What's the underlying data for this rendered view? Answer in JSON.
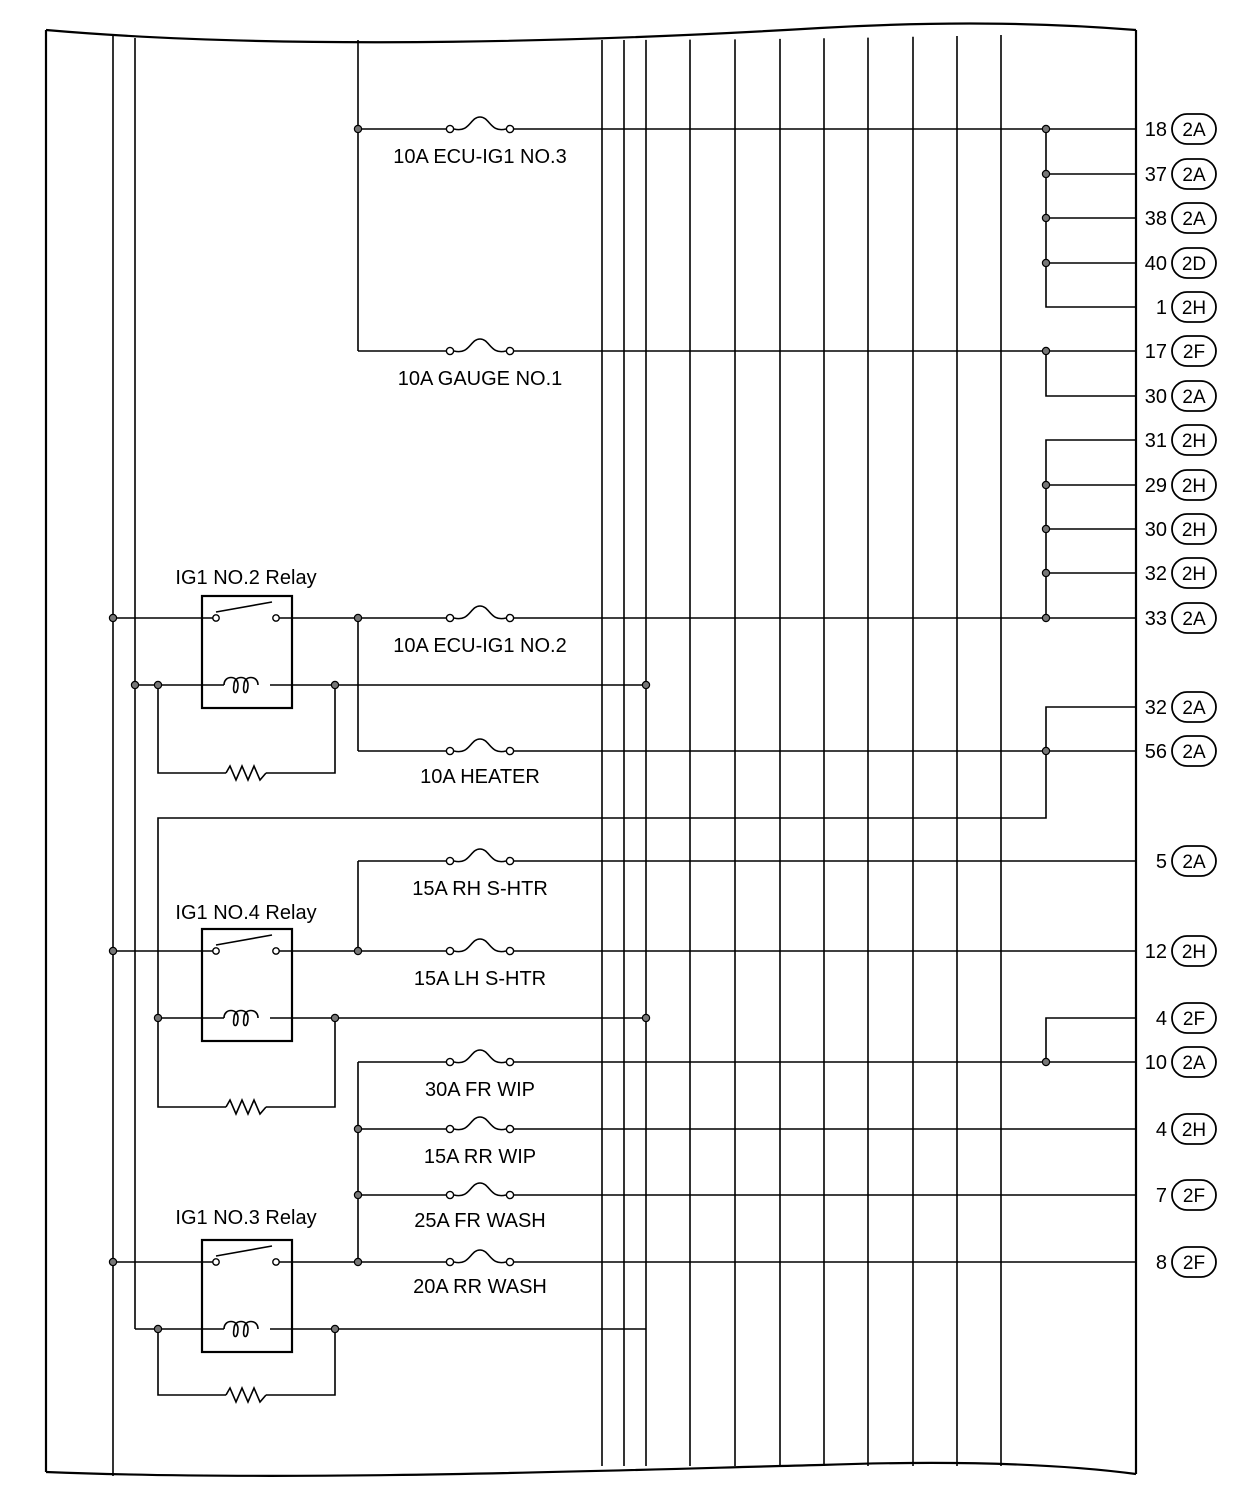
{
  "fuses": [
    {
      "label": "10A ECU-IG1 NO.3"
    },
    {
      "label": "10A GAUGE NO.1"
    },
    {
      "label": "10A ECU-IG1 NO.2"
    },
    {
      "label": "10A HEATER"
    },
    {
      "label": "15A RH S-HTR"
    },
    {
      "label": "15A LH S-HTR"
    },
    {
      "label": "30A FR WIP"
    },
    {
      "label": "15A RR WIP"
    },
    {
      "label": "25A FR WASH"
    },
    {
      "label": "20A RR WASH"
    }
  ],
  "relays": [
    {
      "label": "IG1 NO.2 Relay"
    },
    {
      "label": "IG1 NO.4 Relay"
    },
    {
      "label": "IG1 NO.3 Relay"
    }
  ],
  "terminals": [
    {
      "pin": "18",
      "connector": "2A"
    },
    {
      "pin": "37",
      "connector": "2A"
    },
    {
      "pin": "38",
      "connector": "2A"
    },
    {
      "pin": "40",
      "connector": "2D"
    },
    {
      "pin": "1",
      "connector": "2H"
    },
    {
      "pin": "17",
      "connector": "2F"
    },
    {
      "pin": "30",
      "connector": "2A"
    },
    {
      "pin": "31",
      "connector": "2H"
    },
    {
      "pin": "29",
      "connector": "2H"
    },
    {
      "pin": "30",
      "connector": "2H"
    },
    {
      "pin": "32",
      "connector": "2H"
    },
    {
      "pin": "33",
      "connector": "2A"
    },
    {
      "pin": "32",
      "connector": "2A"
    },
    {
      "pin": "56",
      "connector": "2A"
    },
    {
      "pin": "5",
      "connector": "2A"
    },
    {
      "pin": "12",
      "connector": "2H"
    },
    {
      "pin": "4",
      "connector": "2F"
    },
    {
      "pin": "10",
      "connector": "2A"
    },
    {
      "pin": "4",
      "connector": "2H"
    },
    {
      "pin": "7",
      "connector": "2F"
    },
    {
      "pin": "8",
      "connector": "2F"
    }
  ]
}
